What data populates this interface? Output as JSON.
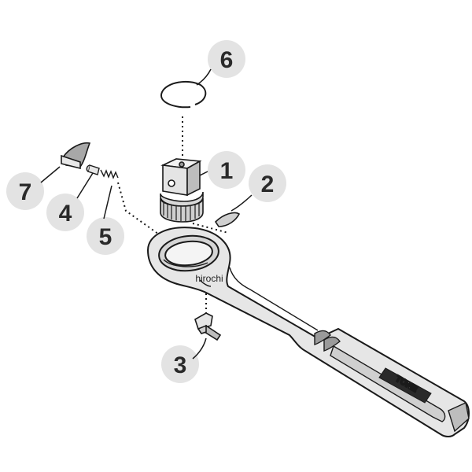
{
  "callouts": [
    {
      "id": "6",
      "label": "6"
    },
    {
      "id": "1",
      "label": "1"
    },
    {
      "id": "2",
      "label": "2"
    },
    {
      "id": "7",
      "label": "7"
    },
    {
      "id": "4",
      "label": "4"
    },
    {
      "id": "5",
      "label": "5"
    },
    {
      "id": "3",
      "label": "3"
    }
  ],
  "watermark": "hirochi",
  "brand": "TONE",
  "colors": {
    "outline": "#1a1a1a",
    "part_fill": "#e6e6e6",
    "shade": "#9a9a9a",
    "callout_circle": "#e3e3e3",
    "text": "#2a2a2a"
  }
}
